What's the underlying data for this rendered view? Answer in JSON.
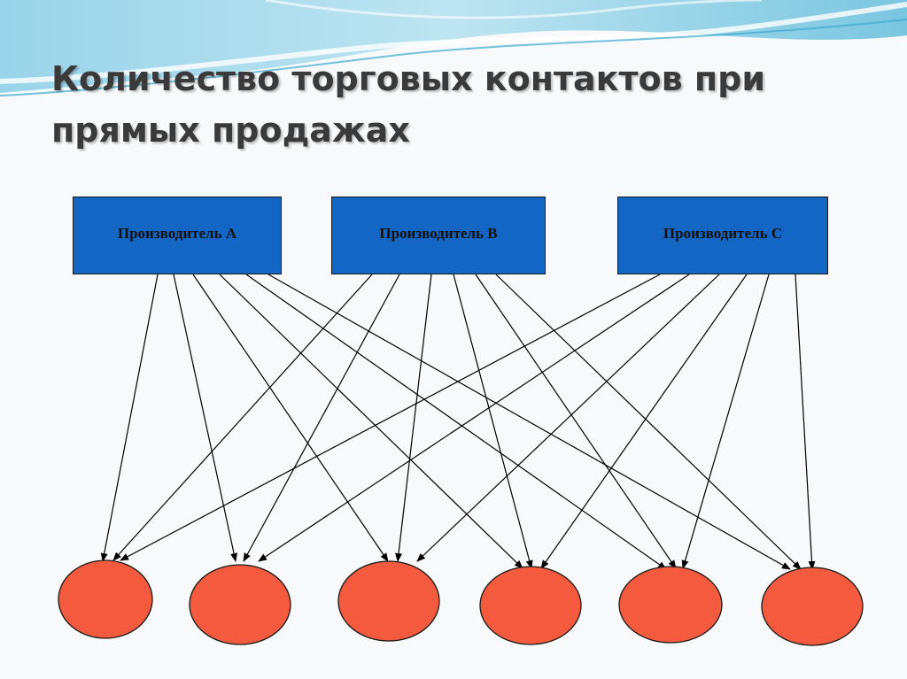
{
  "slide": {
    "title_line1": "Количество торговых контактов при",
    "title_line2": "прямых продажах"
  },
  "producers": [
    {
      "id": "A",
      "label": "Производитель А"
    },
    {
      "id": "B",
      "label": "Производитель В"
    },
    {
      "id": "C",
      "label": "Производитель С"
    }
  ],
  "buyers_count": 6,
  "connections": "each producer to each buyer",
  "colors": {
    "producer_fill": "#1466c4",
    "buyer_fill": "#f45a3e",
    "title_text": "#3a3a3a",
    "wave_accent": "#5bb8d8"
  }
}
